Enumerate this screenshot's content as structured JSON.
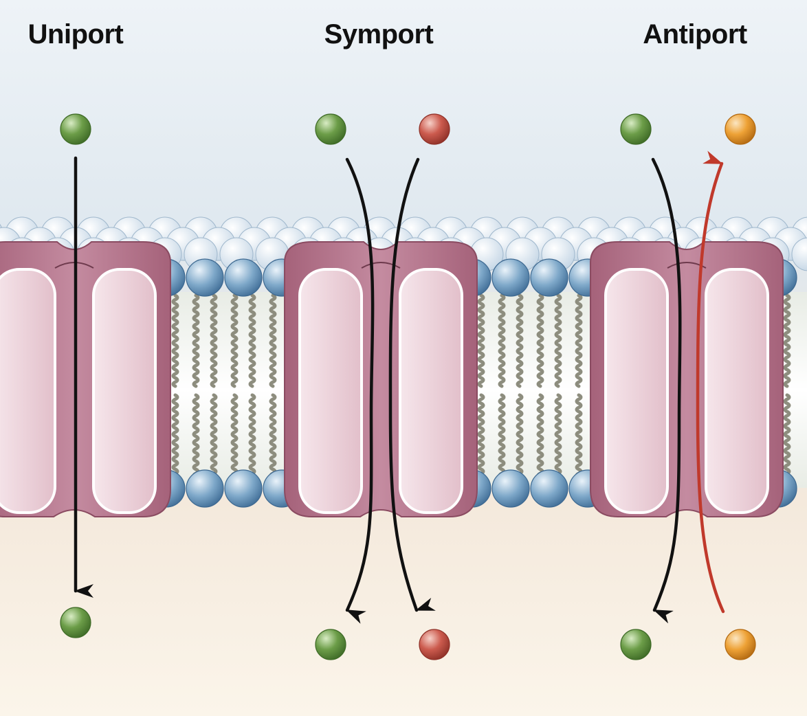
{
  "diagram": {
    "panels": [
      {
        "title": "Uniport",
        "molecules": [
          {
            "color": "green",
            "side": "outside",
            "direction": "inward"
          }
        ]
      },
      {
        "title": "Symport",
        "molecules": [
          {
            "color": "green",
            "side": "outside",
            "direction": "inward"
          },
          {
            "color": "red",
            "side": "outside",
            "direction": "inward"
          }
        ]
      },
      {
        "title": "Antiport",
        "molecules": [
          {
            "color": "green",
            "side": "outside",
            "direction": "inward"
          },
          {
            "color": "orange",
            "side": "inside",
            "direction": "outward"
          }
        ]
      }
    ],
    "colors": {
      "outside_bg": "#e2ebf1",
      "inside_bg": "#f8eedd",
      "protein": "#b97a8f",
      "protein_inner": "#eacdd6",
      "lipid_head": "#6f9cc0",
      "tail": "#8d8d7e",
      "molecule_green": "#5e8f3c",
      "molecule_red": "#c35348",
      "molecule_orange": "#e8982b",
      "arrow_black": "#111111",
      "arrow_red": "#c0392b"
    }
  }
}
